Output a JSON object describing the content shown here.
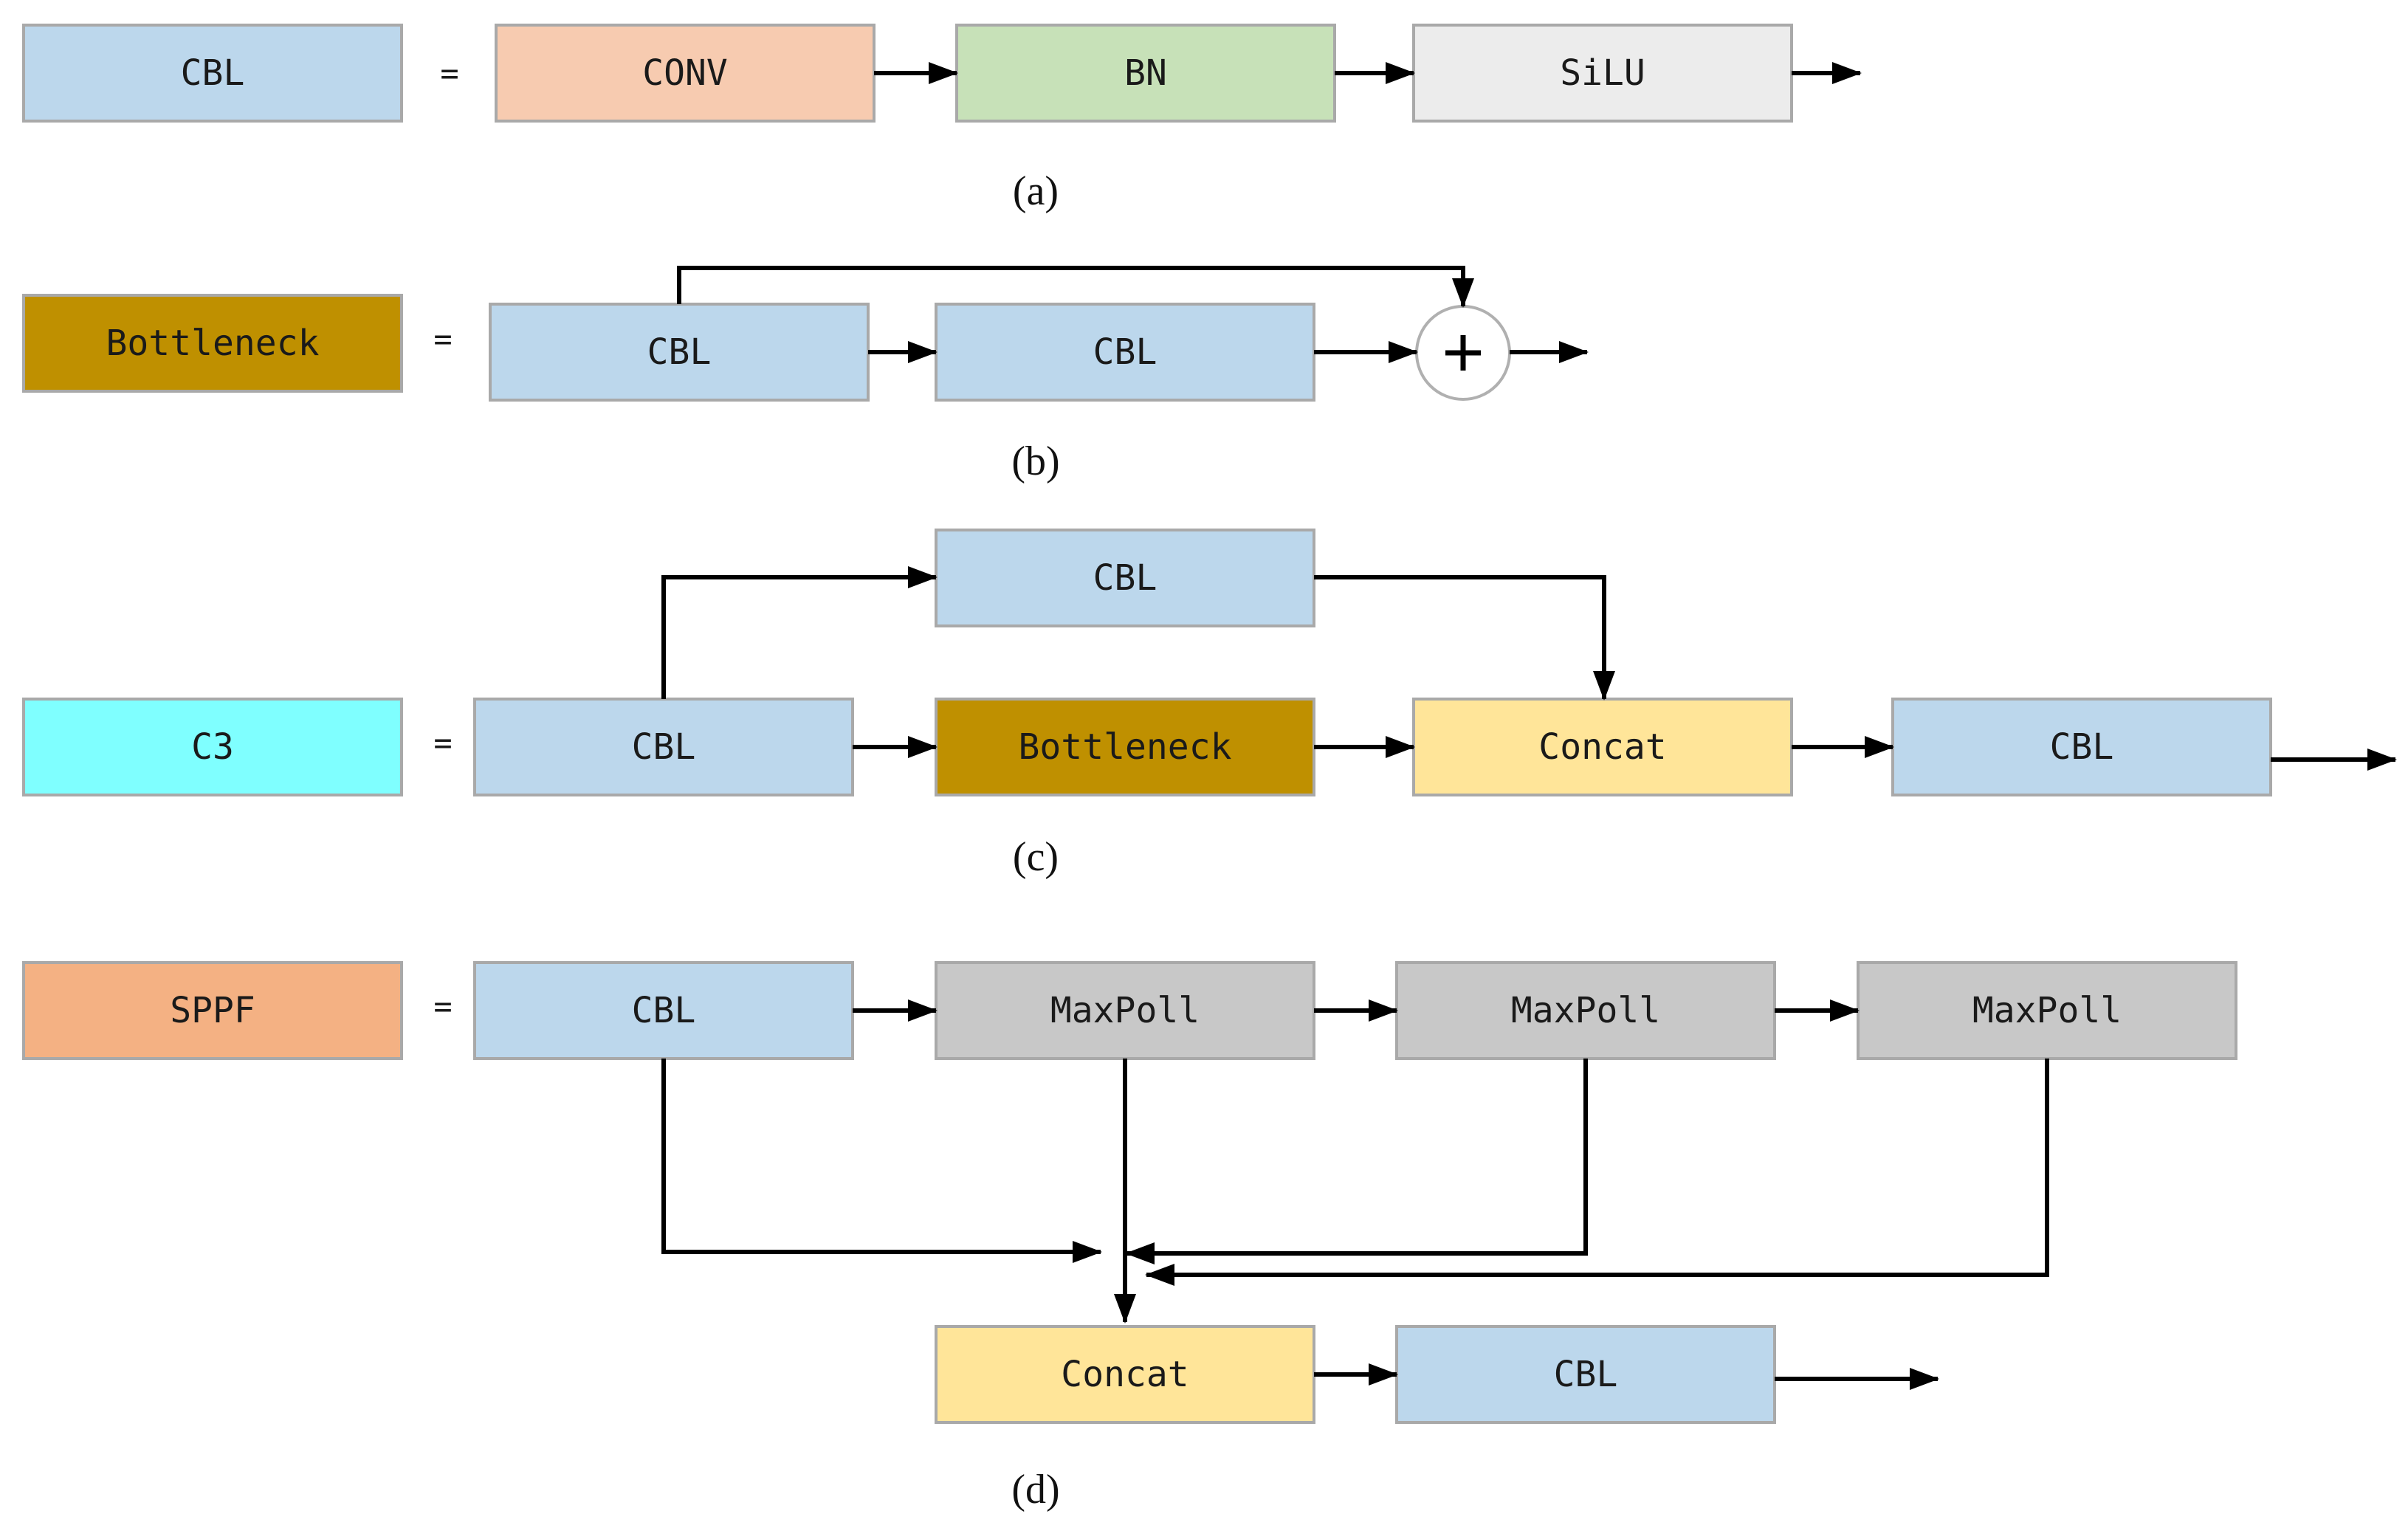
{
  "colors": {
    "cbl": "#bcd7ec",
    "conv": "#f7cbb0",
    "bn": "#c7e1b8",
    "silu": "#ececec",
    "bottleneck": "#bf9000",
    "c3": "#7fffff",
    "concat": "#ffe599",
    "maxpool": "#c8c8c8",
    "sppf": "#f4b183",
    "arrow": "#000000"
  },
  "panel_a": {
    "title": "CBL",
    "equals": "=",
    "blocks": [
      "CONV",
      "BN",
      "SiLU"
    ],
    "caption": "(a)"
  },
  "panel_b": {
    "title": "Bottleneck",
    "equals": "=",
    "blocks": [
      "CBL",
      "CBL"
    ],
    "add_symbol": "+",
    "caption": "(b)"
  },
  "panel_c": {
    "title": "C3",
    "equals": "=",
    "branch_block": "CBL",
    "blocks": [
      "CBL",
      "Bottleneck",
      "Concat",
      "CBL"
    ],
    "caption": "(c)"
  },
  "panel_d": {
    "title": "SPPF",
    "equals": "=",
    "blocks": [
      "CBL",
      "MaxPoll",
      "MaxPoll",
      "MaxPoll"
    ],
    "output_blocks": [
      "Concat",
      "CBL"
    ],
    "caption": "(d)"
  }
}
